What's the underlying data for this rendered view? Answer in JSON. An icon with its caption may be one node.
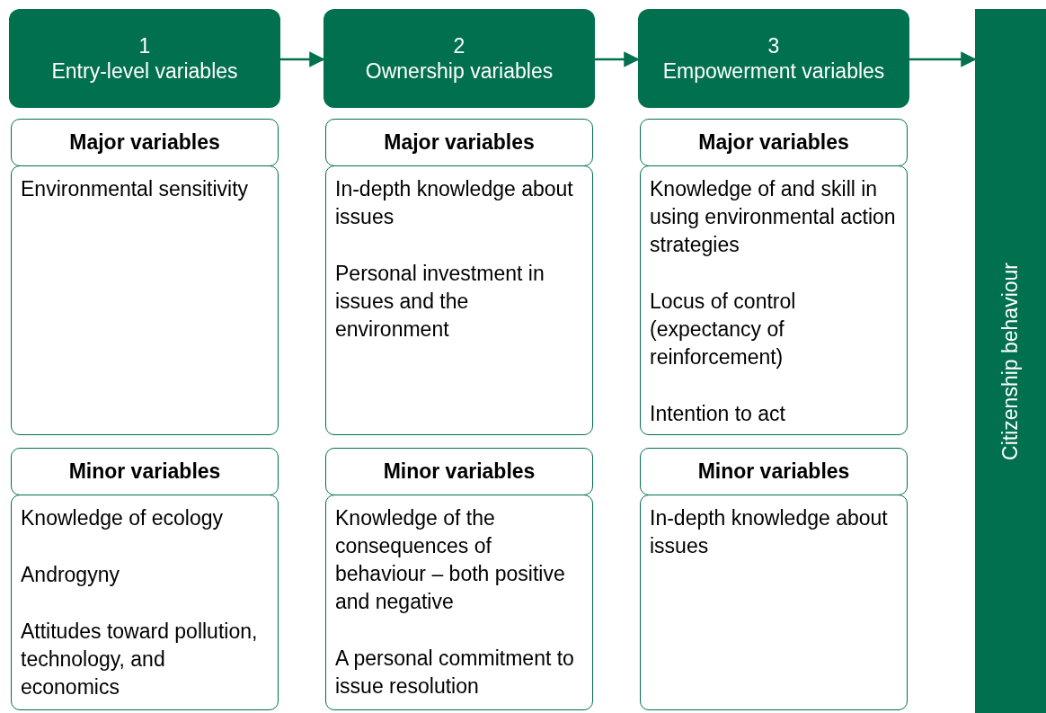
{
  "diagram": {
    "nodes": [
      {
        "text": [
          "1",
          "Entry-level variables"
        ]
      },
      {
        "text": [
          "Major variables"
        ]
      },
      {
        "text": [
          "Environmental sensitivity"
        ]
      },
      {
        "text": [
          "Minor variables"
        ]
      },
      {
        "text": [
          "Knowledge of ecology",
          "Androgyny",
          "Attitudes toward pollution, technology, and economics"
        ]
      },
      {
        "text": [
          "2",
          "Ownership variables"
        ]
      },
      {
        "text": [
          "Major variables"
        ]
      },
      {
        "text": [
          "In-depth knowledge about issues",
          "Personal investment in issues and the environment"
        ]
      },
      {
        "text": [
          "Minor variables"
        ]
      },
      {
        "text": [
          "Knowledge of the consequences of behaviour – both positive and negative",
          "A personal commitment to issue resolution"
        ]
      },
      {
        "text": [
          "3",
          "Empowerment variables"
        ]
      },
      {
        "text": [
          "Major variables"
        ]
      },
      {
        "text": [
          "Knowledge of and skill in using environmental action strategies",
          "Locus of control (expectancy of reinforcement)",
          "Intention to act"
        ]
      },
      {
        "text": [
          "Minor variables"
        ]
      },
      {
        "text": [
          "In-depth knowledge about issues"
        ]
      },
      {
        "text": [
          "Citizenship behaviour"
        ]
      }
    ],
    "edges": [
      {
        "from": 0,
        "to": 5,
        "arrow": "to"
      },
      {
        "from": 5,
        "to": 10,
        "arrow": "to"
      },
      {
        "from": 10,
        "to": 15,
        "arrow": "to"
      }
    ]
  }
}
